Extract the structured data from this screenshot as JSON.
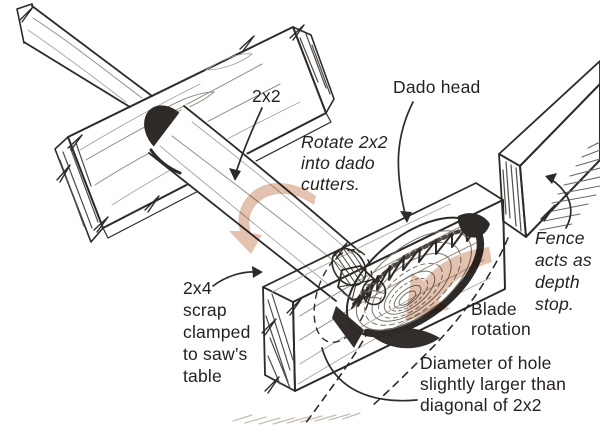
{
  "figure": {
    "labels": {
      "stock": "2x2",
      "dado_head": "Dado head",
      "blade_rotation": "Blade\nrotation"
    },
    "notes": {
      "rotate": "Rotate 2x2\ninto dado\ncutters.",
      "fence": "Fence\nacts as\ndepth\nstop.",
      "scrap": "2x4\nscrap\nclamped\nto saw’s\ntable",
      "hole": "Diameter of hole\nslightly larger than\ndiagonal of 2x2"
    },
    "colors": {
      "ink": "#2e2a27",
      "highlight_arrow": "#e3c2b0",
      "paper": "#ffffff",
      "text": "#26211f"
    }
  }
}
